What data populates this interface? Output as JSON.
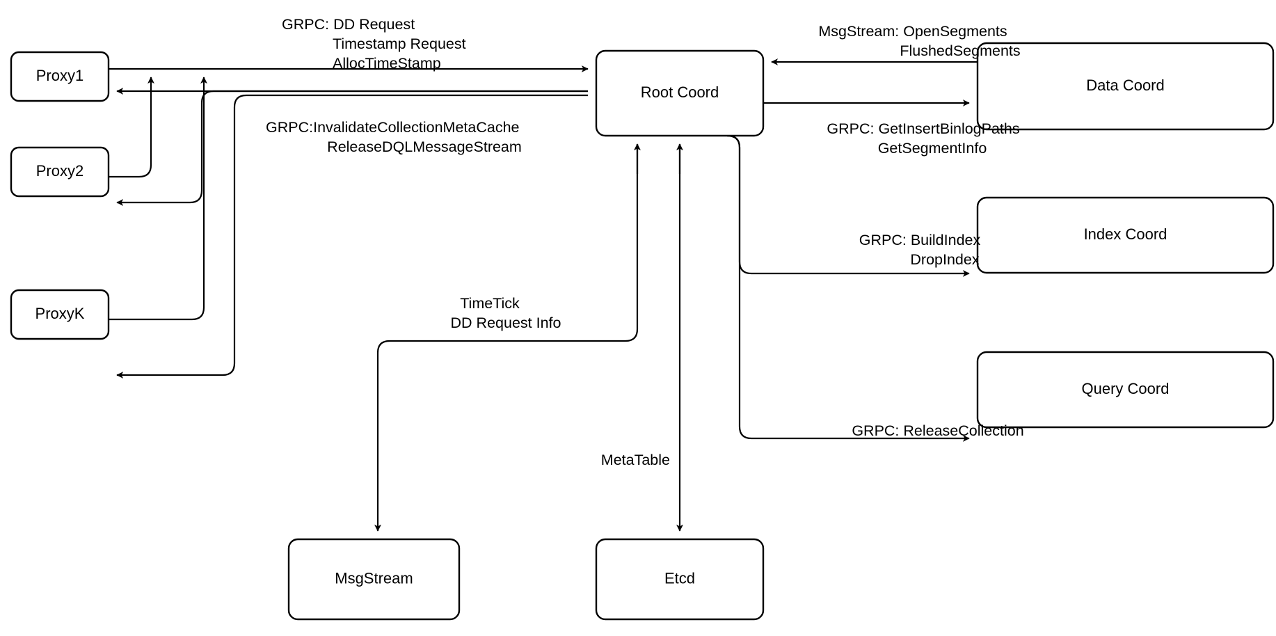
{
  "diagram": {
    "title": "Root Coord architecture diagram",
    "background_color": "#ffffff",
    "stroke_color": "#000000",
    "nodes": [
      {
        "id": "proxy1",
        "label": "Proxy1"
      },
      {
        "id": "proxy2",
        "label": "Proxy2"
      },
      {
        "id": "proxyk",
        "label": "ProxyK"
      },
      {
        "id": "rootcoord",
        "label": "Root Coord"
      },
      {
        "id": "datacoord",
        "label": "Data Coord"
      },
      {
        "id": "indexcoord",
        "label": "Index Coord"
      },
      {
        "id": "querycoord",
        "label": "Query Coord"
      },
      {
        "id": "msgstream",
        "label": "MsgStream"
      },
      {
        "id": "etcd",
        "label": "Etcd"
      }
    ],
    "edge_labels": {
      "proxy_to_root": [
        "GRPC: DD Request",
        "Timestamp Request",
        "AllocTimeStamp"
      ],
      "root_to_proxy": [
        "GRPC:InvalidateCollectionMetaCache",
        "ReleaseDQLMessageStream"
      ],
      "datacoord_to_root": [
        "MsgStream: OpenSegments",
        "FlushedSegments"
      ],
      "root_to_datacoord": [
        "GRPC: GetInsertBinlogPaths",
        "GetSegmentInfo"
      ],
      "root_to_indexcoord": [
        "GRPC: BuildIndex",
        "DropIndex"
      ],
      "root_to_querycoord": [
        "GRPC: ReleaseCollection"
      ],
      "root_to_msgstream": [
        "TimeTick",
        "DD Request Info"
      ],
      "root_to_etcd": [
        "MetaTable"
      ]
    }
  }
}
